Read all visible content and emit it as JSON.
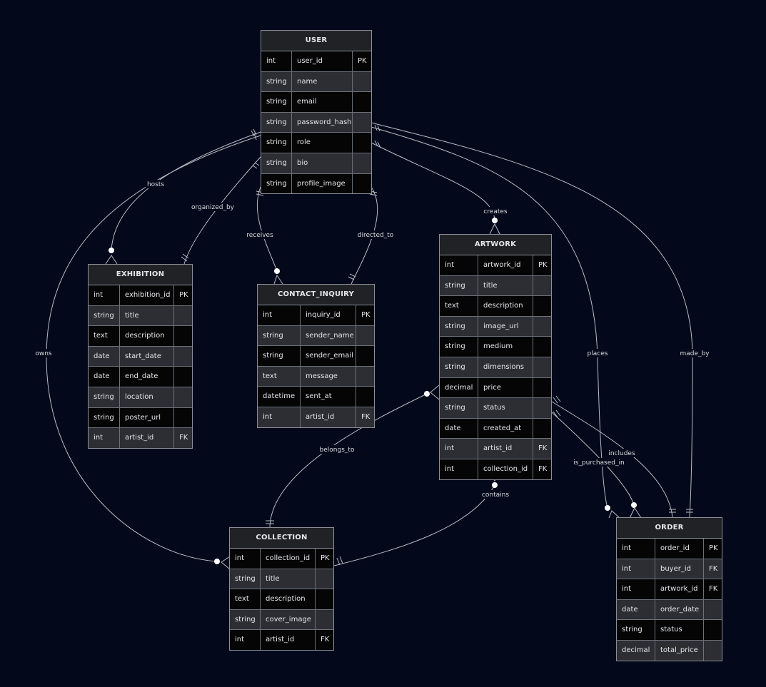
{
  "entities": {
    "user": {
      "title": "USER",
      "rows": [
        {
          "type": "int",
          "name": "user_id",
          "key": "PK"
        },
        {
          "type": "string",
          "name": "name",
          "key": ""
        },
        {
          "type": "string",
          "name": "email",
          "key": ""
        },
        {
          "type": "string",
          "name": "password_hash",
          "key": ""
        },
        {
          "type": "string",
          "name": "role",
          "key": ""
        },
        {
          "type": "string",
          "name": "bio",
          "key": ""
        },
        {
          "type": "string",
          "name": "profile_image",
          "key": ""
        }
      ]
    },
    "exhibition": {
      "title": "EXHIBITION",
      "rows": [
        {
          "type": "int",
          "name": "exhibition_id",
          "key": "PK"
        },
        {
          "type": "string",
          "name": "title",
          "key": ""
        },
        {
          "type": "text",
          "name": "description",
          "key": ""
        },
        {
          "type": "date",
          "name": "start_date",
          "key": ""
        },
        {
          "type": "date",
          "name": "end_date",
          "key": ""
        },
        {
          "type": "string",
          "name": "location",
          "key": ""
        },
        {
          "type": "string",
          "name": "poster_url",
          "key": ""
        },
        {
          "type": "int",
          "name": "artist_id",
          "key": "FK"
        }
      ]
    },
    "contact_inquiry": {
      "title": "CONTACT_INQUIRY",
      "rows": [
        {
          "type": "int",
          "name": "inquiry_id",
          "key": "PK"
        },
        {
          "type": "string",
          "name": "sender_name",
          "key": ""
        },
        {
          "type": "string",
          "name": "sender_email",
          "key": ""
        },
        {
          "type": "text",
          "name": "message",
          "key": ""
        },
        {
          "type": "datetime",
          "name": "sent_at",
          "key": ""
        },
        {
          "type": "int",
          "name": "artist_id",
          "key": "FK"
        }
      ]
    },
    "artwork": {
      "title": "ARTWORK",
      "rows": [
        {
          "type": "int",
          "name": "artwork_id",
          "key": "PK"
        },
        {
          "type": "string",
          "name": "title",
          "key": ""
        },
        {
          "type": "text",
          "name": "description",
          "key": ""
        },
        {
          "type": "string",
          "name": "image_url",
          "key": ""
        },
        {
          "type": "string",
          "name": "medium",
          "key": ""
        },
        {
          "type": "string",
          "name": "dimensions",
          "key": ""
        },
        {
          "type": "decimal",
          "name": "price",
          "key": ""
        },
        {
          "type": "string",
          "name": "status",
          "key": ""
        },
        {
          "type": "date",
          "name": "created_at",
          "key": ""
        },
        {
          "type": "int",
          "name": "artist_id",
          "key": "FK"
        },
        {
          "type": "int",
          "name": "collection_id",
          "key": "FK"
        }
      ]
    },
    "collection": {
      "title": "COLLECTION",
      "rows": [
        {
          "type": "int",
          "name": "collection_id",
          "key": "PK"
        },
        {
          "type": "string",
          "name": "title",
          "key": ""
        },
        {
          "type": "text",
          "name": "description",
          "key": ""
        },
        {
          "type": "string",
          "name": "cover_image",
          "key": ""
        },
        {
          "type": "int",
          "name": "artist_id",
          "key": "FK"
        }
      ]
    },
    "order": {
      "title": "ORDER",
      "rows": [
        {
          "type": "int",
          "name": "order_id",
          "key": "PK"
        },
        {
          "type": "int",
          "name": "buyer_id",
          "key": "FK"
        },
        {
          "type": "int",
          "name": "artwork_id",
          "key": "FK"
        },
        {
          "type": "date",
          "name": "order_date",
          "key": ""
        },
        {
          "type": "string",
          "name": "status",
          "key": ""
        },
        {
          "type": "decimal",
          "name": "total_price",
          "key": ""
        }
      ]
    }
  },
  "relationships": {
    "hosts": "hosts",
    "organized_by": "organized_by",
    "receives": "receives",
    "directed_to": "directed_to",
    "creates": "creates",
    "owns": "owns",
    "places": "places",
    "made_by": "made_by",
    "belongs_to": "belongs_to",
    "contains": "contains",
    "includes": "includes",
    "is_purchased_in": "is_purchased_in"
  }
}
